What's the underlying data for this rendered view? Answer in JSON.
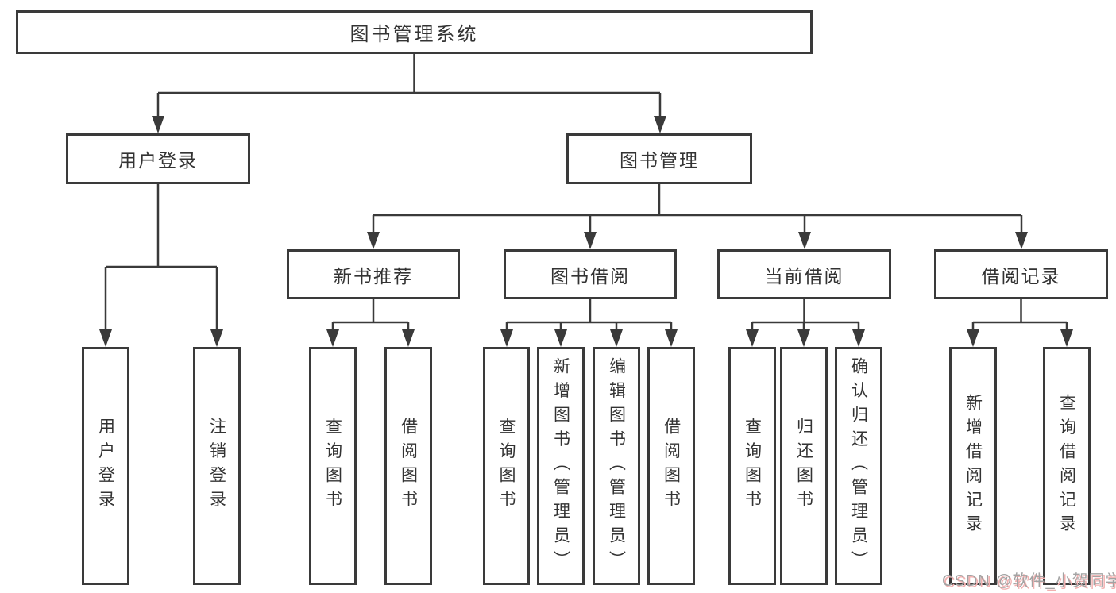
{
  "theme": {
    "background": "#ffffff",
    "box_fill": "#ffffff",
    "line_color": "#3a3a3a",
    "text_color": "#333333",
    "watermark_color": "#a3a3a3",
    "watermark_accent": "#f2b0b0"
  },
  "tree": {
    "root": "图书管理系统",
    "level2": [
      "用户登录",
      "图书管理"
    ],
    "level3": [
      "新书推荐",
      "图书借阅",
      "当前借阅",
      "借阅记录"
    ],
    "leaves": {
      "user_login": [
        "用户登录",
        "注销登录"
      ],
      "new_book": [
        "查询图书",
        "借阅图书"
      ],
      "book_borrow": [
        "查询图书",
        "新增图书（管理员）",
        "编辑图书（管理员）",
        "借阅图书"
      ],
      "current_borrow": [
        "查询图书",
        "归还图书",
        "确认归还（管理员）"
      ],
      "borrow_record": [
        "新增借阅记录",
        "查询借阅记录"
      ]
    }
  },
  "watermark": {
    "text": "CSDN @软件_小贺同学"
  }
}
